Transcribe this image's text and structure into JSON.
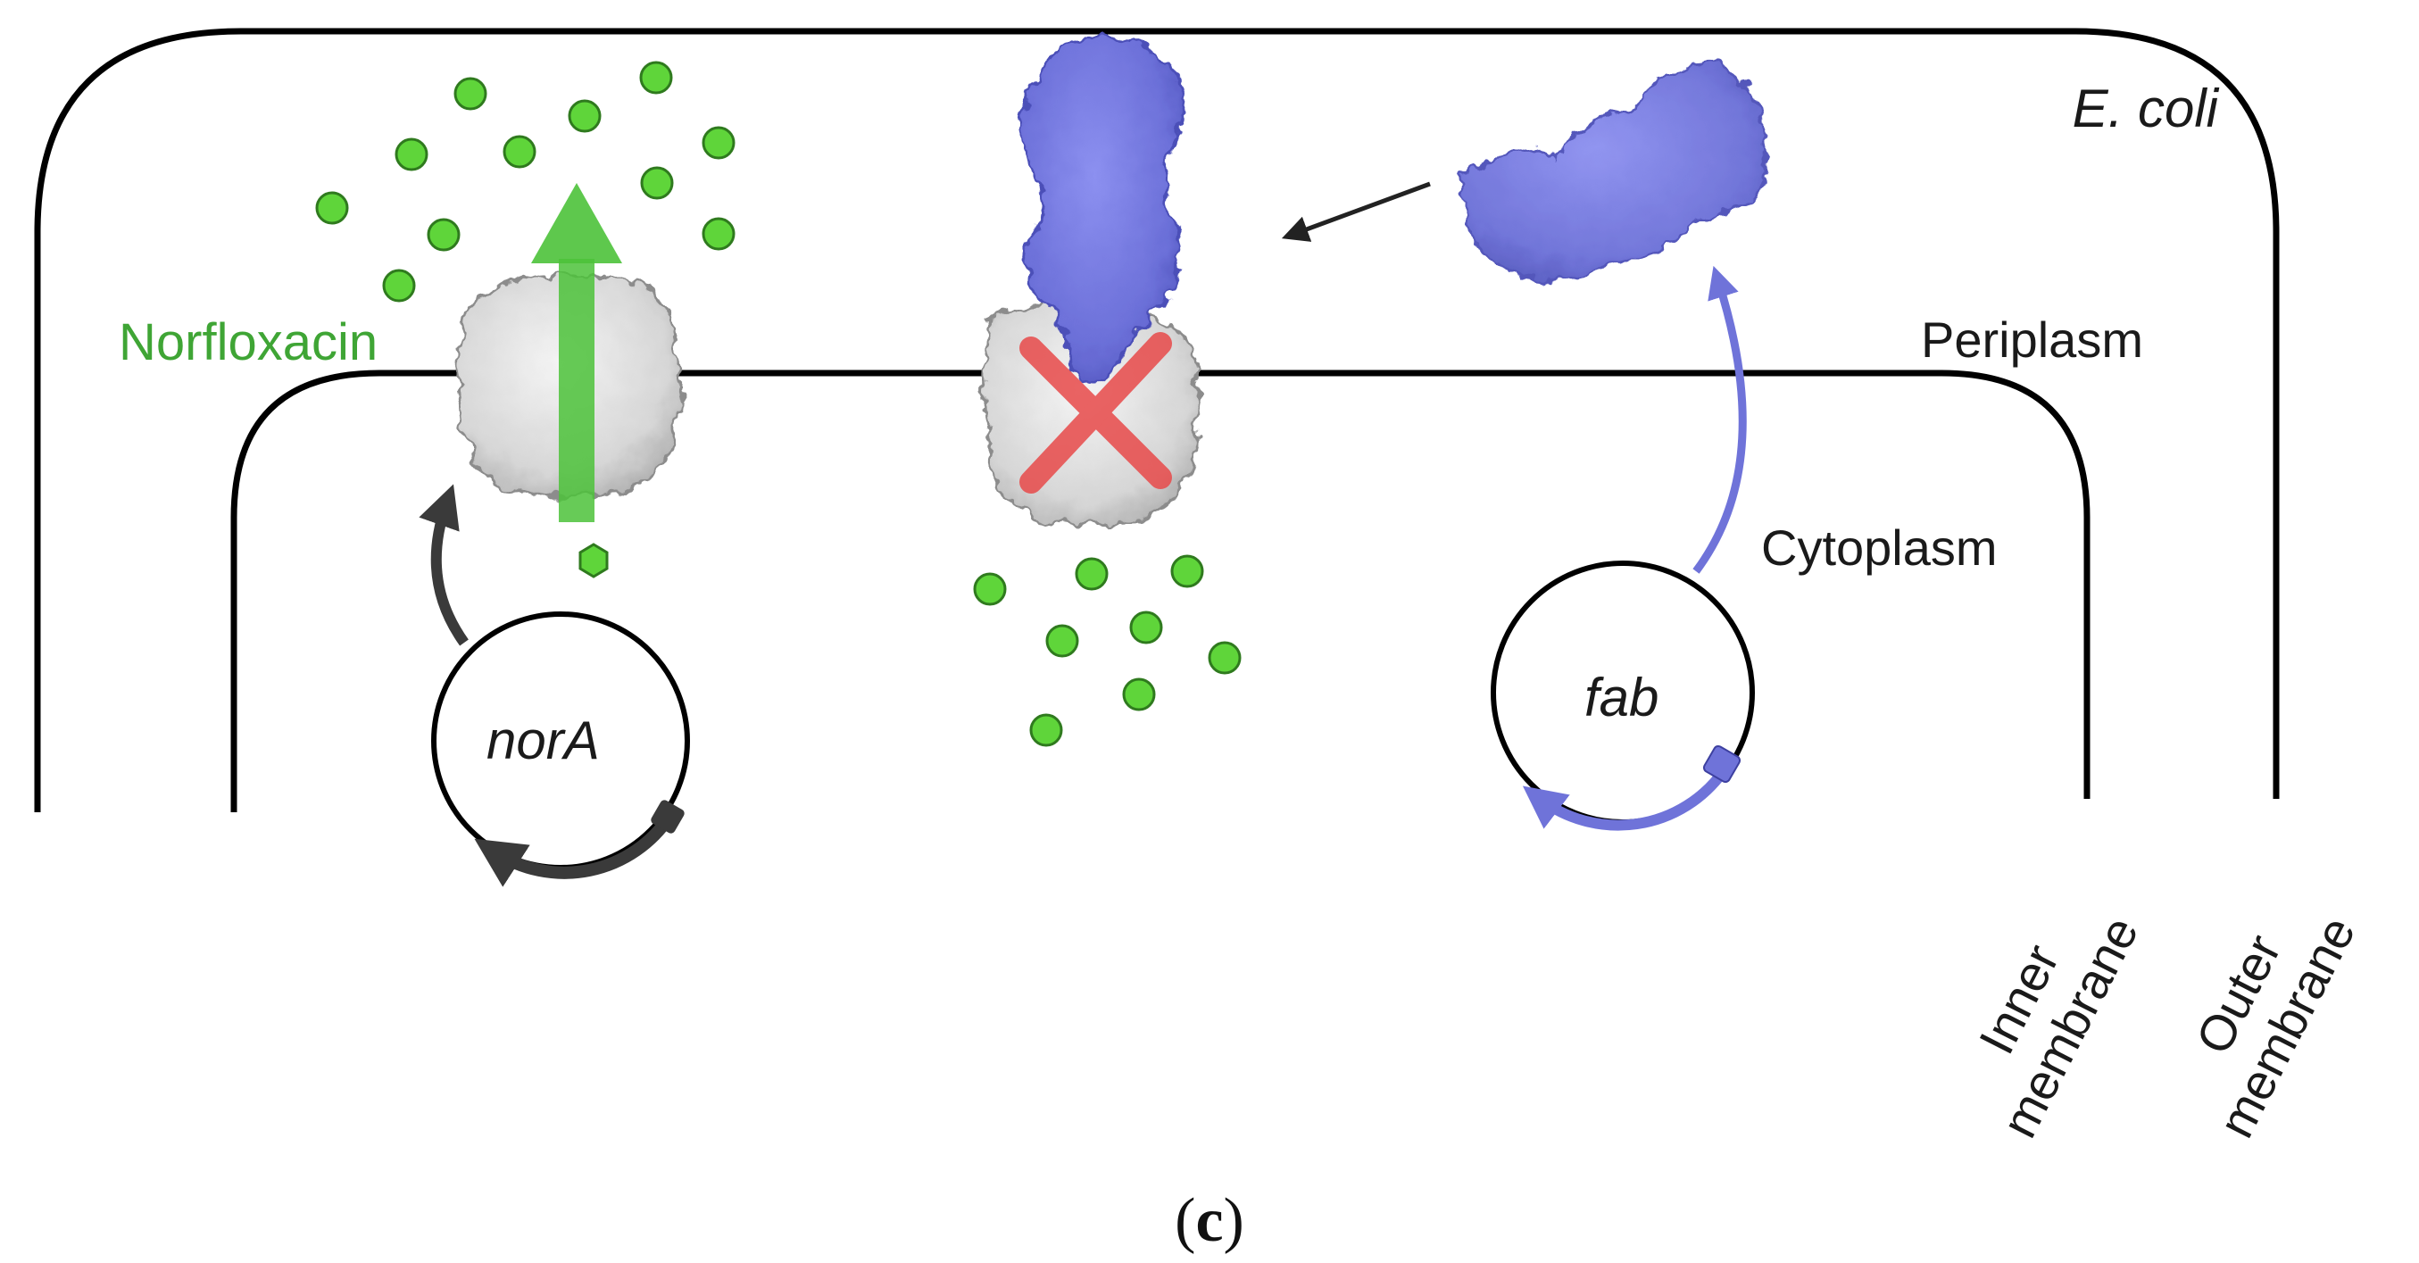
{
  "labels": {
    "organism": "E. coli",
    "periplasm": "Periplasm",
    "cytoplasm": "Cytoplasm",
    "drug": "Norfloxacin",
    "plasmid_left": "norA",
    "plasmid_right": "fab",
    "inner_membrane_line1": "Inner",
    "inner_membrane_line2": "membrane",
    "outer_membrane_line1": "Outer",
    "outer_membrane_line2": "membrane"
  },
  "caption": {
    "open": "(",
    "letter": "c",
    "close": ")"
  },
  "colors": {
    "membrane": "#000000",
    "drug": "#5fd53a",
    "drug_arrow": "#4cc23a",
    "antibody": "#6f73d9",
    "pump": "#d9d9d9",
    "block": "#e84a4a",
    "plasmid_dark": "#3a3a3a"
  }
}
